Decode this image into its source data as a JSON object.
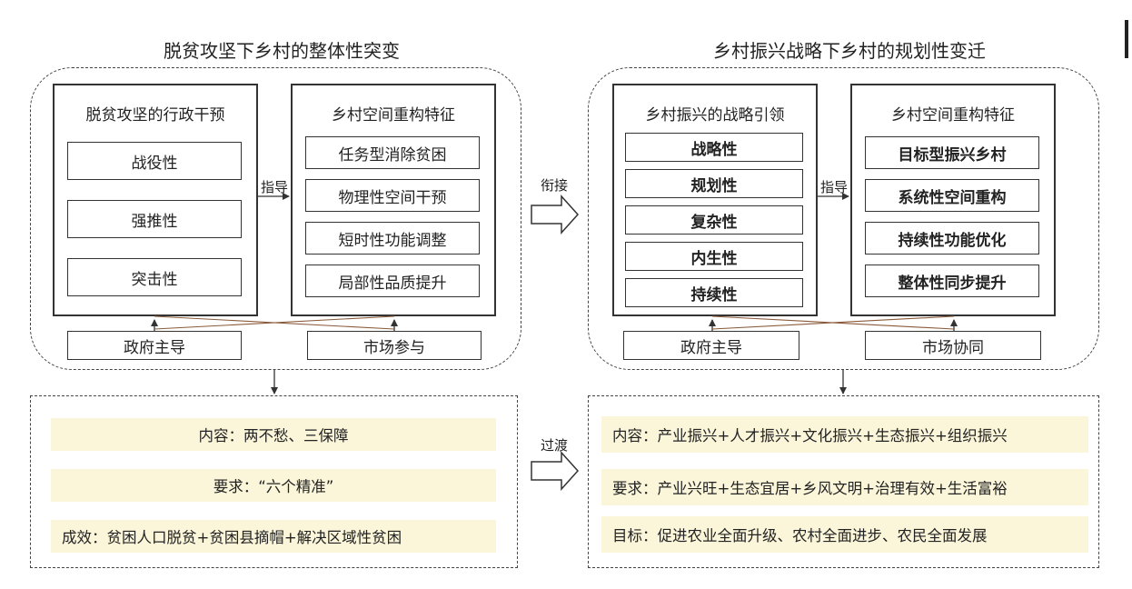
{
  "left": {
    "title": "脱贫攻坚下乡村的整体性突变",
    "panel_a": {
      "heading": "脱贫攻坚的行政干预",
      "items": [
        "战役性",
        "强推性",
        "突击性"
      ]
    },
    "panel_b": {
      "heading": "乡村空间重构特征",
      "items": [
        "任务型消除贫困",
        "物理性空间干预",
        "短时性功能调整",
        "局部性品质提升"
      ]
    },
    "guide_label": "指导",
    "footers": [
      "政府主导",
      "市场参与"
    ],
    "bands": [
      "内容：两不愁、三保障",
      "要求：“六个精准”",
      "成效：贫困人口脱贫+贫困县摘帽+解决区域性贫困"
    ]
  },
  "right": {
    "title": "乡村振兴战略下乡村的规划性变迁",
    "panel_a": {
      "heading": "乡村振兴的战略引领",
      "items": [
        "战略性",
        "规划性",
        "复杂性",
        "内生性",
        "持续性"
      ]
    },
    "panel_b": {
      "heading": "乡村空间重构特征",
      "items": [
        "目标型振兴乡村",
        "系统性空间重构",
        "持续性功能优化",
        "整体性同步提升"
      ]
    },
    "guide_label": "指导",
    "footers": [
      "政府主导",
      "市场协同"
    ],
    "bands": [
      "内容：产业振兴+人才振兴+文化振兴+生态振兴+组织振兴",
      "要求：产业兴旺+生态宜居+乡风文明+治理有效+生活富裕",
      "目标：促进农业全面升级、农村全面进步、农民全面发展"
    ]
  },
  "connectors": {
    "top": "衔接",
    "bottom": "过渡"
  }
}
